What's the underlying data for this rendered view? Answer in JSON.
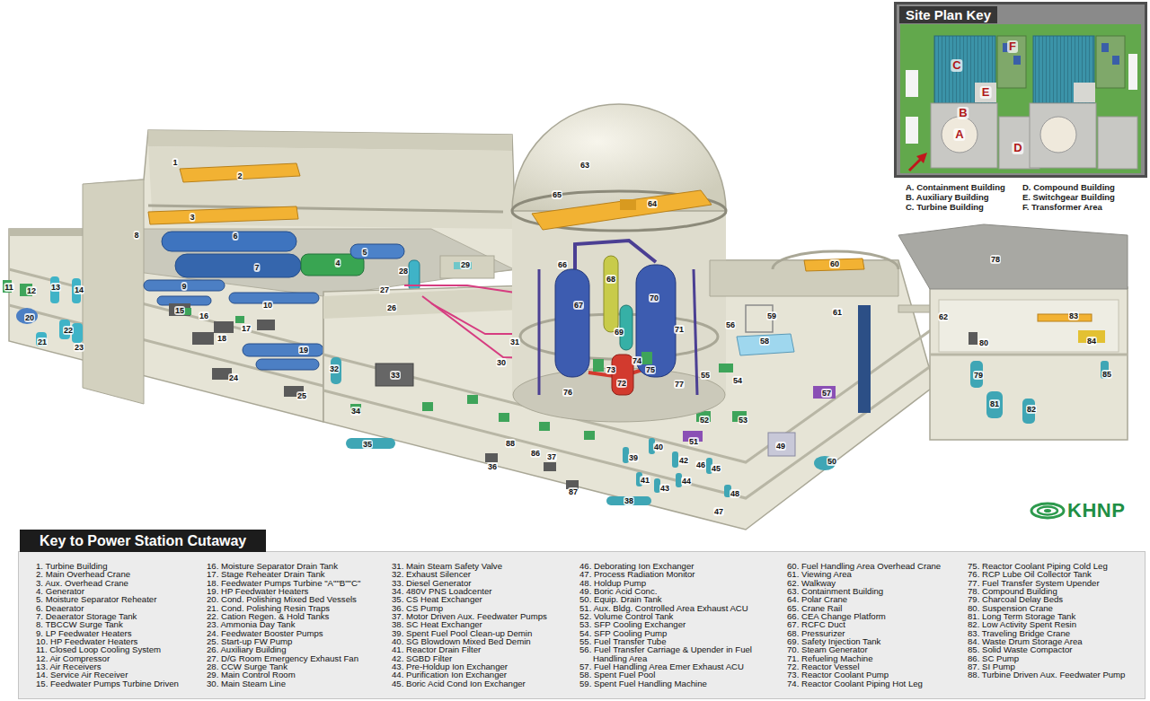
{
  "diagram": {
    "nodes": [
      {
        "text": [
          "Site Plan Key"
        ]
      },
      {
        "text": [
          "Key to Power Station Cutaway"
        ]
      }
    ],
    "labels": [
      "1",
      "2",
      "3",
      "4",
      "5",
      "6",
      "7",
      "8",
      "9",
      "10",
      "11",
      "12",
      "13",
      "14",
      "15",
      "16",
      "17",
      "18",
      "19",
      "20",
      "21",
      "22",
      "23",
      "24",
      "25",
      "26",
      "27",
      "28",
      "29",
      "30",
      "31",
      "32",
      "33",
      "34",
      "35",
      "36",
      "37",
      "38",
      "39",
      "40",
      "41",
      "42",
      "43",
      "44",
      "45",
      "46",
      "47",
      "48",
      "49",
      "50",
      "51",
      "52",
      "53",
      "54",
      "55",
      "56",
      "57",
      "58",
      "59",
      "60",
      "61",
      "62",
      "63",
      "64",
      "65",
      "66",
      "67",
      "68",
      "69",
      "70",
      "71",
      "72",
      "73",
      "74",
      "75",
      "76",
      "77",
      "78",
      "79",
      "80",
      "81",
      "82",
      "83",
      "84",
      "85",
      "86",
      "87",
      "88",
      "C",
      "F",
      "E",
      "B",
      "A",
      "D",
      "A. Containment Building",
      "B. Auxiliary Building",
      "C. Turbine Building",
      "D. Compound Building",
      "E. Switchgear Building",
      "F. Transformer Area",
      "1. Turbine Building",
      "2. Main Overhead Crane",
      "3. Aux. Overhead Crane",
      "4. Generator",
      "5. Moisture Separator Reheater",
      "6. Deaerator",
      "7. Deaerator Storage Tank",
      "8. TBCCW Surge Tank",
      "9. LP Feedwater Heaters",
      "10. HP Feedwater Heaters",
      "11. Closed Loop Cooling System",
      "12. Air Compressor",
      "13. Air Receivers",
      "14. Service Air Receiver",
      "15. Feedwater Pumps Turbine Driven",
      "16. Moisture Separator Drain Tank",
      "17. Stage Reheater Drain Tank",
      "18. Feedwater Pumps Turbine \"A\"\"B\"\"C\"",
      "19. HP Feedwater Heaters",
      "20. Cond. Polishing Mixed Bed Vessels",
      "21. Cond. Polishing Resin Traps",
      "22. Cation Regen. & Hold Tanks",
      "23. Ammonia Day Tank",
      "24. Feedwater Booster Pumps",
      "25. Start-up FW Pump",
      "26. Auxiliary Building",
      "27. D/G Room Emergency Exhaust Fan",
      "28. CCW Surge Tank",
      "29. Main Control Room",
      "30. Main Steam Line",
      "31. Main Steam Safety Valve",
      "32. Exhaust Silencer",
      "33. Diesel Generator",
      "34. 480V PNS Loadcenter",
      "35. CS Heat Exchanger",
      "36. CS Pump",
      "37. Motor Driven Aux. Feedwater Pumps",
      "38. SC Heat Exchanger",
      "39. Spent Fuel Pool Clean-up Demin",
      "40. SG Blowdown Mixed Bed Demin",
      "41. Reactor Drain Filter",
      "42. SGBD Filter",
      "43. Pre-Holdup Ion Exchanger",
      "44. Purification Ion Exchanger",
      "45. Boric Acid Cond Ion Exchanger",
      "46. Deborating Ion Exchanger",
      "47. Process Radiation Monitor",
      "48. Holdup Pump",
      "49. Boric Acid Conc.",
      "50. Equip. Drain Tank",
      "51. Aux. Bldg. Controlled Area Exhaust ACU",
      "52. Volume Control Tank",
      "53. SFP Cooling Exchanger",
      "54. SFP Cooling Pump",
      "55. Fuel Transfer Tube",
      "56. Fuel Transfer Carriage & Upender in Fuel Handling Area",
      "57. Fuel Handling Area Emer Exhaust ACU",
      "58. Spent Fuel Pool",
      "59. Spent Fuel Handling Machine",
      "60. Fuel Handling Area Overhead Crane",
      "61. Viewing Area",
      "62. Walkway",
      "63. Containment Building",
      "64. Polar Crane",
      "65. Crane Rail",
      "66. CEA Change Platform",
      "67. RCFC Duct",
      "68. Pressurizer",
      "69. Safety Injection Tank",
      "70. Steam Generator",
      "71. Refueling Machine",
      "72. Reactor Vessel",
      "73. Reactor Coolant Pump",
      "74. Reactor Coolant Piping Hot Leg",
      "75. Reactor Coolant Piping Cold Leg",
      "76. RCP Lube Oil Collector Tank",
      "77. Fuel Transfer System Upender",
      "78. Compound Building",
      "79. Charcoal Delay Beds",
      "80. Suspension Crane",
      "81. Long Term Storage Tank",
      "82. Low Activity Spent Resin",
      "83. Traveling Bridge Crane",
      "84. Waste Drum Storage Area",
      "85. Solid Waste Compactor",
      "86. SC Pump",
      "87. SI Pump",
      "88. Turbine Driven Aux. Feedwater Pump",
      "KHNP"
    ]
  }
}
